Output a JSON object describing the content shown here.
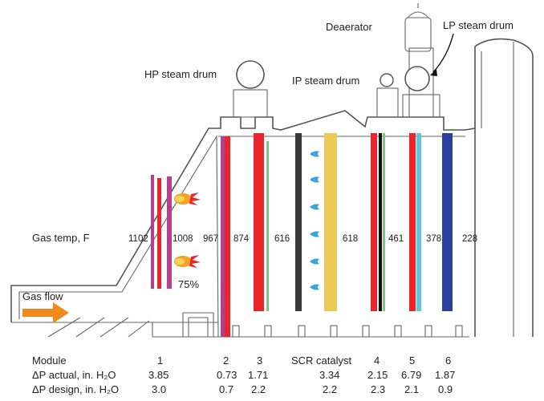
{
  "labels": {
    "deaerator": "Deaerator",
    "lp_drum": "LP steam drum",
    "hp_drum": "HP steam drum",
    "ip_drum": "IP steam drum",
    "gas_temp": "Gas temp, F",
    "gas_flow": "Gas flow",
    "percent": "75%"
  },
  "temps": [
    "1102",
    "1008",
    "967",
    "874",
    "616",
    "618",
    "461",
    "378",
    "228"
  ],
  "table": {
    "row_labels": [
      "Module",
      "ΔP actual, in. H₂O",
      "ΔP design, in. H₂O"
    ],
    "columns": [
      {
        "module": "1",
        "actual": "3.85",
        "design": "3.0"
      },
      {
        "module": "2",
        "actual": "0.73",
        "design": "0.7"
      },
      {
        "module": "3",
        "actual": "1.71",
        "design": "2.2"
      },
      {
        "module": "SCR catalyst",
        "actual": "3.34",
        "design": "2.2"
      },
      {
        "module": "4",
        "actual": "2.15",
        "design": "2.3"
      },
      {
        "module": "5",
        "actual": "6.79",
        "design": "2.1"
      },
      {
        "module": "6",
        "actual": "1.87",
        "design": "0.9"
      }
    ]
  },
  "colors": {
    "red": "#e8262b",
    "magenta": "#b1418f",
    "green": "#7cc47f",
    "dark": "#3a3a3a",
    "yellow": "#ebcb56",
    "black": "#111111",
    "cyan": "#5fc8d6",
    "blue": "#2b3f9c",
    "arrow": "#f08a1c",
    "droplet": "#3aa6d8"
  }
}
